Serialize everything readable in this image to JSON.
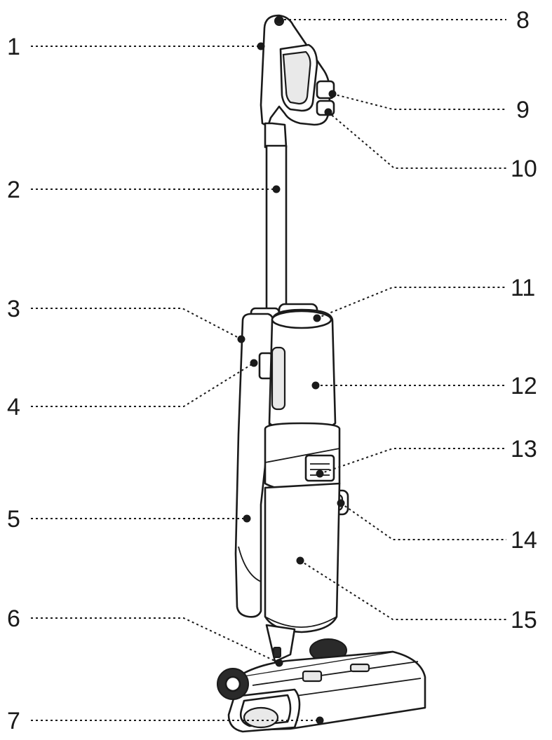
{
  "callouts": [
    {
      "id": "1",
      "label": "1"
    },
    {
      "id": "2",
      "label": "2"
    },
    {
      "id": "3",
      "label": "3"
    },
    {
      "id": "4",
      "label": "4"
    },
    {
      "id": "5",
      "label": "5"
    },
    {
      "id": "6",
      "label": "6"
    },
    {
      "id": "7",
      "label": "7"
    },
    {
      "id": "8",
      "label": "8"
    },
    {
      "id": "9",
      "label": "9"
    },
    {
      "id": "10",
      "label": "10"
    },
    {
      "id": "11",
      "label": "11"
    },
    {
      "id": "12",
      "label": "12"
    },
    {
      "id": "13",
      "label": "13"
    },
    {
      "id": "14",
      "label": "14"
    },
    {
      "id": "15",
      "label": "15"
    }
  ],
  "colors": {
    "ink": "#1a1a1a",
    "background": "#ffffff",
    "shade": "#e9e9e9"
  }
}
